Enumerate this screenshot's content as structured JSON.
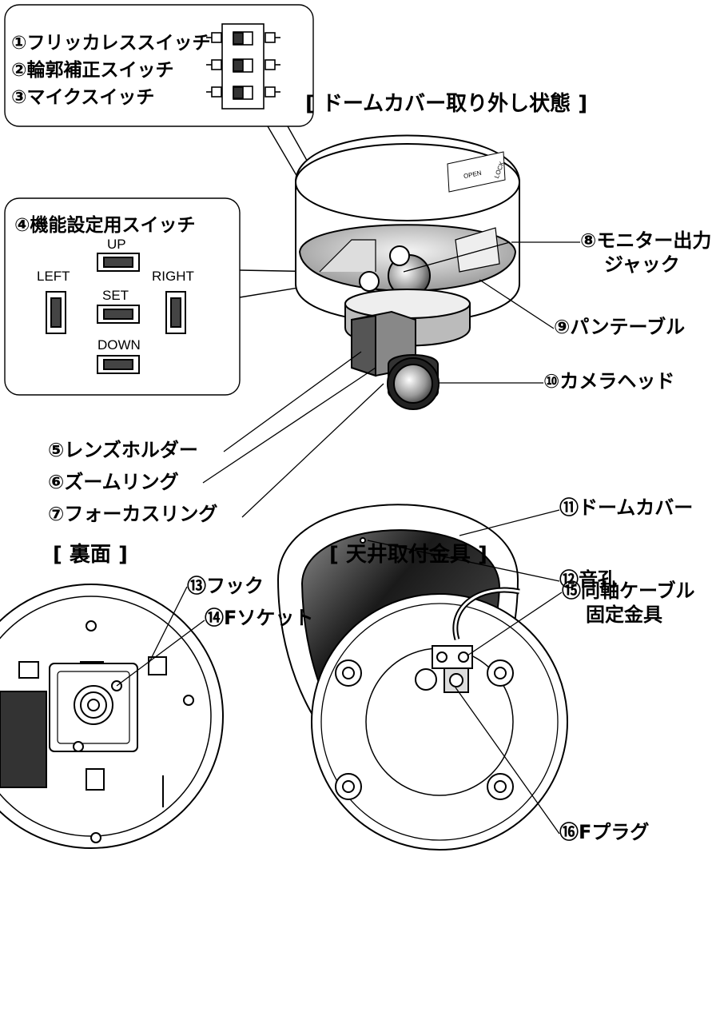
{
  "headings": {
    "dome_removed": "[ ドームカバー取り外し状態 ]",
    "back": "[ 裏面 ]",
    "ceiling_bracket": "[ 天井取付金具 ]"
  },
  "dip_switches": [
    "①フリッカレススイッチ",
    "②輪郭補正スイッチ",
    "③マイクスイッチ"
  ],
  "function_switch": {
    "title": "④機能設定用スイッチ",
    "up": "UP",
    "left": "LEFT",
    "set": "SET",
    "right": "RIGHT",
    "down": "DOWN"
  },
  "callouts": {
    "c5": "⑤レンズホルダー",
    "c6": "⑥ズームリング",
    "c7": "⑦フォーカスリング",
    "c8a": "⑧モニター出力",
    "c8b": "ジャック",
    "c9": "⑨パンテーブル",
    "c10": "⑩カメラヘッド",
    "c11": "⑪ドームカバー",
    "c12": "⑫音孔",
    "c13": "⑬フック",
    "c14": "⑭Fソケット",
    "c15a": "⑮同軸ケーブル",
    "c15b": "固定金具",
    "c16": "⑯Fプラグ"
  },
  "device_markings": {
    "open": "OPEN",
    "lock": "LOCK"
  }
}
